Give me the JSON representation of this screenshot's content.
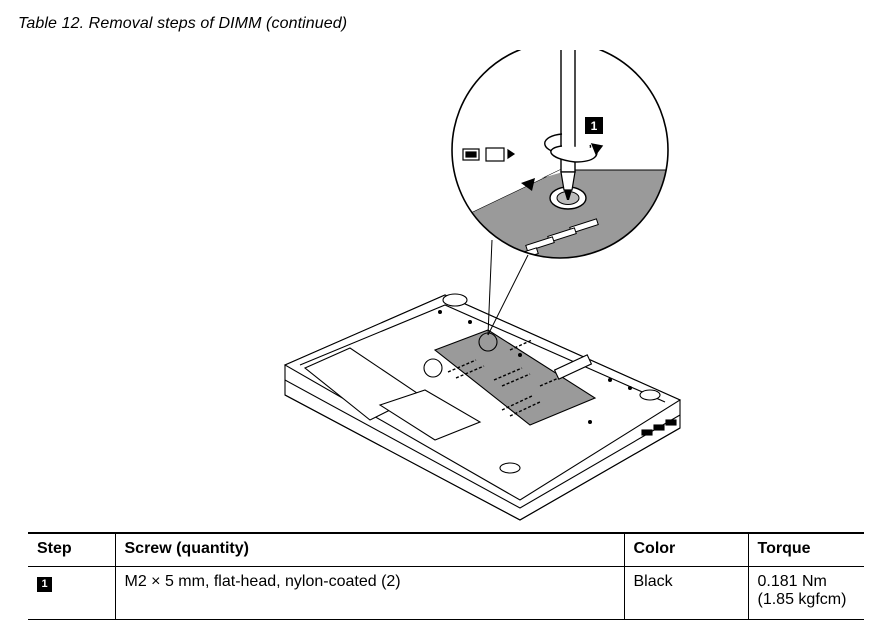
{
  "caption": "Table 12.  Removal steps of DIMM (continued)",
  "figure": {
    "callout_label": "1"
  },
  "table": {
    "headers": {
      "step": "Step",
      "screw": "Screw (quantity)",
      "color": "Color",
      "torque": "Torque"
    },
    "rows": [
      {
        "step": "1",
        "screw": "M2 × 5 mm, flat-head, nylon-coated (2)",
        "color": "Black",
        "torque_line1": "0.181 Nm",
        "torque_line2": "(1.85 kgfcm)"
      }
    ]
  }
}
